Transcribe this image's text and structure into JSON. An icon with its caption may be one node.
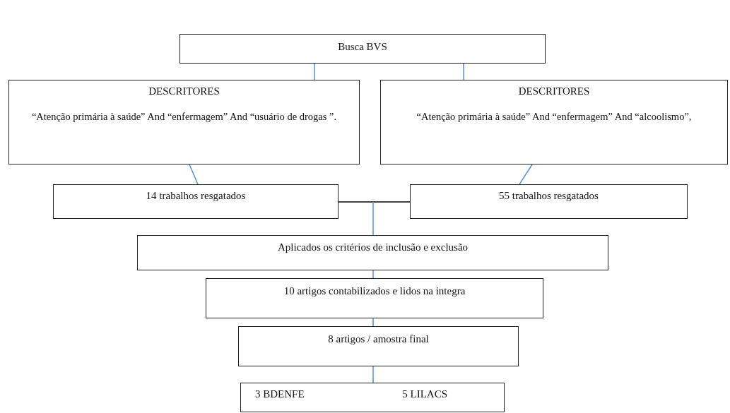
{
  "diagram": {
    "nodes": [
      {
        "text": [
          "Busca BVS"
        ]
      },
      {
        "text": [
          "DESCRITORES",
          "“Atenção primária à saúde” And “enfermagem” And “usuário de drogas ”."
        ]
      },
      {
        "text": [
          "DESCRITORES",
          "“Atenção primária à saúde” And “enfermagem” And “alcoolismo”,"
        ]
      },
      {
        "text": [
          "14 trabalhos resgatados"
        ]
      },
      {
        "text": [
          "55 trabalhos resgatados"
        ]
      },
      {
        "text": [
          "Aplicados os critérios de inclusão e exclusão"
        ]
      },
      {
        "text": [
          "10 artigos contabilizados e lidos na integra"
        ]
      },
      {
        "text": [
          "8 artigos / amostra final"
        ]
      },
      {
        "text": [
          "3 BDENFE",
          "5 LILACS"
        ]
      }
    ],
    "edges": [
      {
        "from": 0,
        "to": 1,
        "arrow": "none"
      },
      {
        "from": 0,
        "to": 2,
        "arrow": "none"
      },
      {
        "from": 1,
        "to": 3,
        "arrow": "none"
      },
      {
        "from": 2,
        "to": 4,
        "arrow": "none"
      },
      {
        "from": 3,
        "to": 5,
        "arrow": "none",
        "color": "#000000"
      },
      {
        "from": 4,
        "to": 5,
        "arrow": "none",
        "color": "#000000"
      },
      {
        "from": 5,
        "to": 6,
        "arrow": "none"
      },
      {
        "from": 6,
        "to": 7,
        "arrow": "none"
      },
      {
        "from": 7,
        "to": 8,
        "arrow": "none"
      }
    ]
  }
}
